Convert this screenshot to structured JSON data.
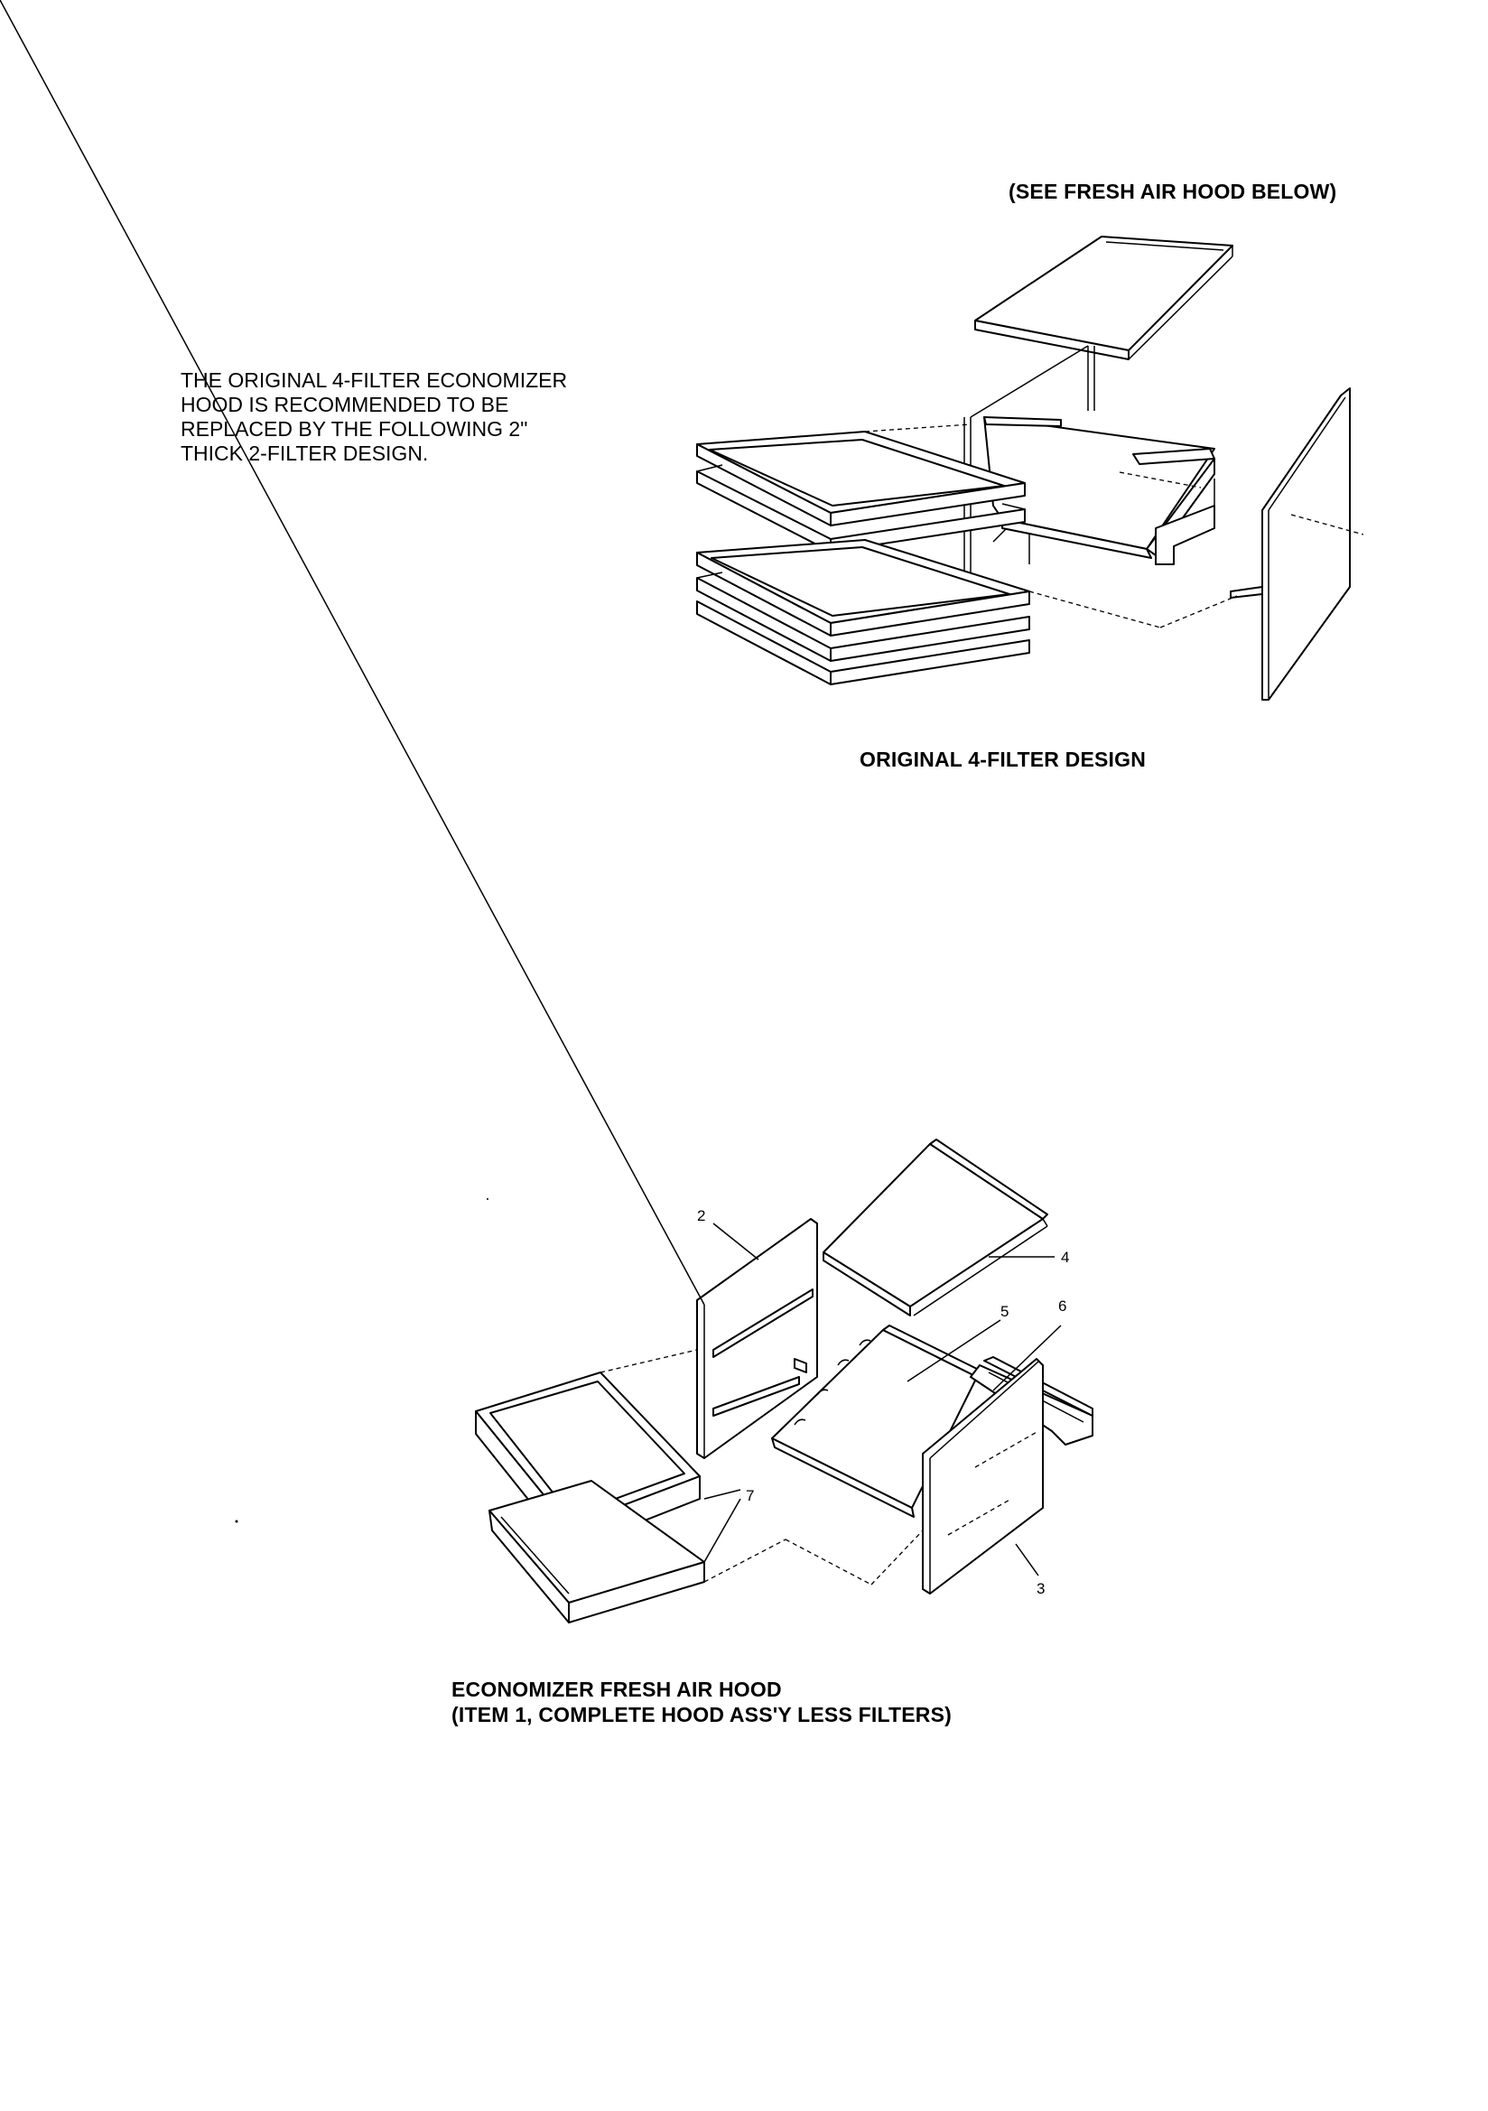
{
  "top_note": "(SEE FRESH AIR HOOD BELOW)",
  "intro_lines": [
    "THE ORIGINAL 4-FILTER ECONOMIZER",
    "HOOD IS RECOMMENDED TO BE",
    "REPLACED BY THE FOLLOWING 2\"",
    "THICK 2-FILTER DESIGN."
  ],
  "figure1_caption": "ORIGINAL 4-FILTER DESIGN",
  "figure2_caption_lines": [
    "ECONOMIZER FRESH AIR HOOD",
    "(ITEM 1, COMPLETE HOOD ASS'Y LESS FILTERS)"
  ],
  "callouts": {
    "c2": "2",
    "c3": "3",
    "c4": "4",
    "c5": "5",
    "c6": "6",
    "c7": "7"
  }
}
